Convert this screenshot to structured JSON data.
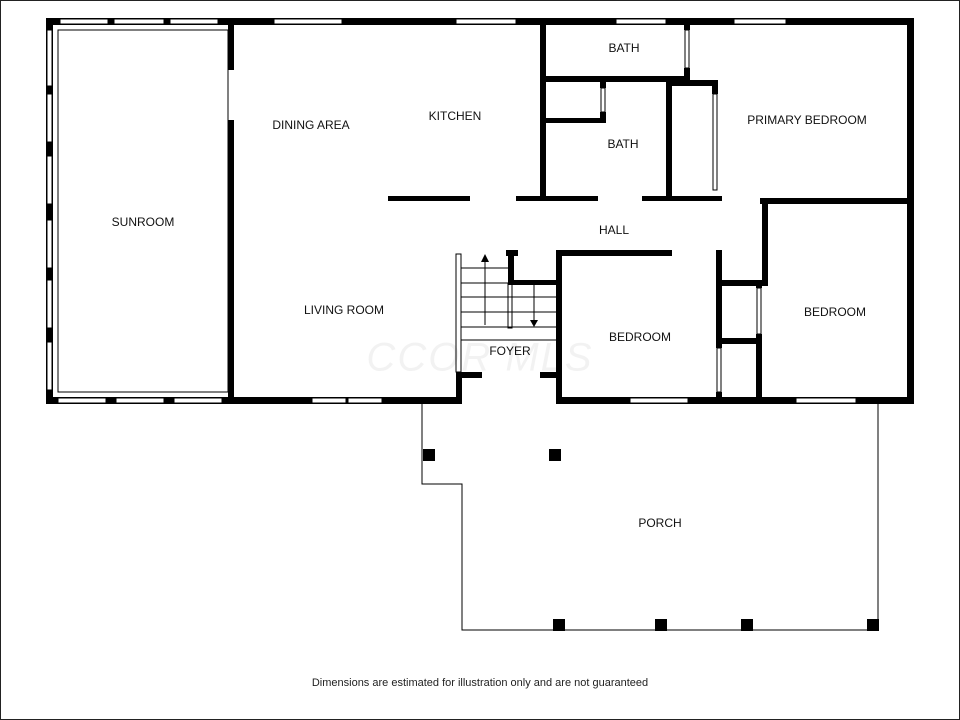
{
  "rooms": {
    "sunroom": "SUNROOM",
    "dining": "DINING AREA",
    "kitchen": "KITCHEN",
    "bath1": "BATH",
    "bath2": "BATH",
    "primary_bedroom": "PRIMARY BEDROOM",
    "hall": "HALL",
    "living": "LIVING ROOM",
    "foyer": "FOYER",
    "bedroom1": "BEDROOM",
    "bedroom2": "BEDROOM",
    "porch": "PORCH"
  },
  "watermark": "CCOR MLS",
  "footer": "Dimensions are estimated for illustration only and are not guaranteed"
}
